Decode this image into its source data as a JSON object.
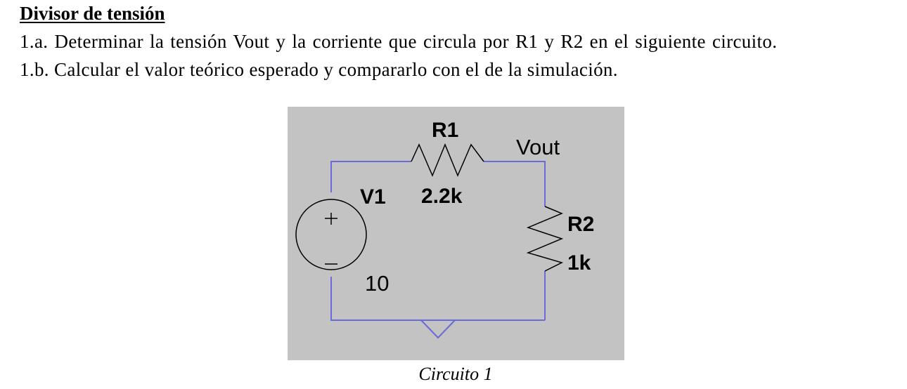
{
  "section_title": "Divisor de tensión",
  "tasks": [
    "1.a. Determinar la tensión Vout y la corriente que circula por R1 y R2 en el siguiente circuito.",
    "1.b. Calcular el valor teórico esperado y compararlo con el de la simulación."
  ],
  "figure": {
    "caption": "Circuito 1",
    "background_color": "#c3c3c3",
    "wire_color": "#6a6ad8",
    "component_color": "#000000",
    "labels": {
      "r1_name": "R1",
      "r1_value": "2.2k",
      "node_out": "Vout",
      "v1_name": "V1",
      "v1_value": "10",
      "r2_name": "R2",
      "r2_value": "1k"
    },
    "symbols": {
      "plus": "+",
      "minus": "−"
    }
  }
}
